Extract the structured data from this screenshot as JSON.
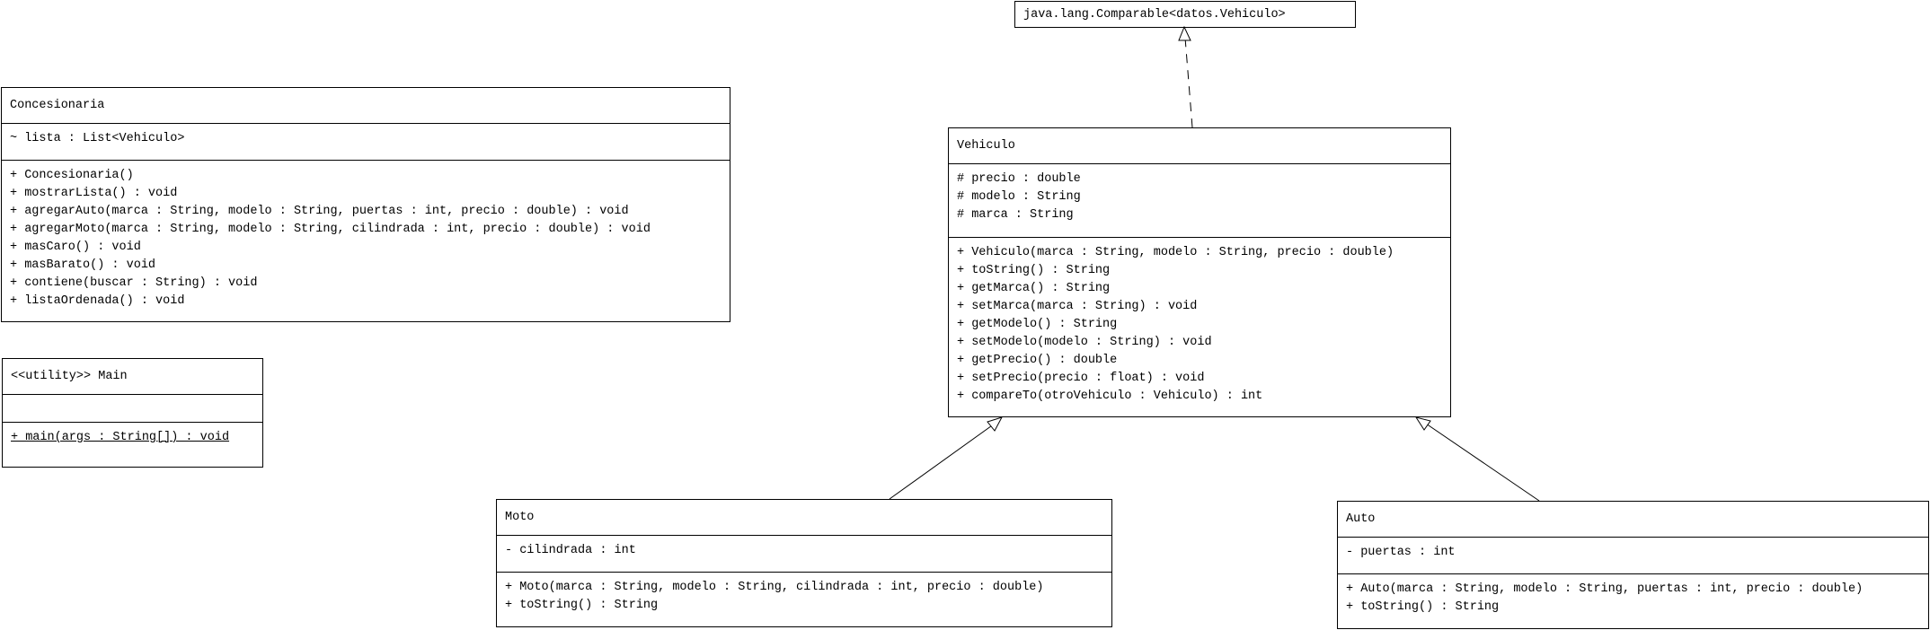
{
  "interface": {
    "name": "java.lang.Comparable<datos.Vehiculo>"
  },
  "classes": {
    "concesionaria": {
      "name": "Concesionaria",
      "attributes": [
        "~ lista : List<Vehiculo>"
      ],
      "operations": [
        "+ Concesionaria()",
        "+ mostrarLista() : void",
        "+ agregarAuto(marca : String, modelo : String, puertas : int, precio : double) : void",
        "+ agregarMoto(marca : String, modelo : String, cilindrada : int, precio : double) : void",
        "+ masCaro() : void",
        "+ masBarato() : void",
        "+ contiene(buscar : String) : void",
        "+ listaOrdenada() : void"
      ]
    },
    "main": {
      "name": "<<utility>> Main",
      "attributes": [],
      "operations": [
        "+ main(args : String[]) : void"
      ]
    },
    "vehiculo": {
      "name": "Vehiculo",
      "attributes": [
        "# precio : double",
        "# modelo : String",
        "# marca : String"
      ],
      "operations": [
        "+ Vehiculo(marca : String, modelo : String, precio : double)",
        "+ toString() : String",
        "+ getMarca() : String",
        "+ setMarca(marca : String) : void",
        "+ getModelo() : String",
        "+ setModelo(modelo : String) : void",
        "+ getPrecio() : double",
        "+ setPrecio(precio : float) : void",
        "+ compareTo(otroVehiculo : Vehiculo) : int"
      ]
    },
    "moto": {
      "name": "Moto",
      "attributes": [
        "- cilindrada : int"
      ],
      "operations": [
        "+ Moto(marca : String, modelo : String, cilindrada : int, precio : double)",
        "+ toString() : String"
      ]
    },
    "auto": {
      "name": "Auto",
      "attributes": [
        "- puertas : int"
      ],
      "operations": [
        "+ Auto(marca : String, modelo : String, puertas : int, precio : double)",
        "+ toString() : String"
      ]
    }
  },
  "relations": [
    {
      "type": "realization",
      "from": "Vehiculo",
      "to": "java.lang.Comparable<datos.Vehiculo>"
    },
    {
      "type": "generalization",
      "from": "Moto",
      "to": "Vehiculo"
    },
    {
      "type": "generalization",
      "from": "Auto",
      "to": "Vehiculo"
    }
  ]
}
